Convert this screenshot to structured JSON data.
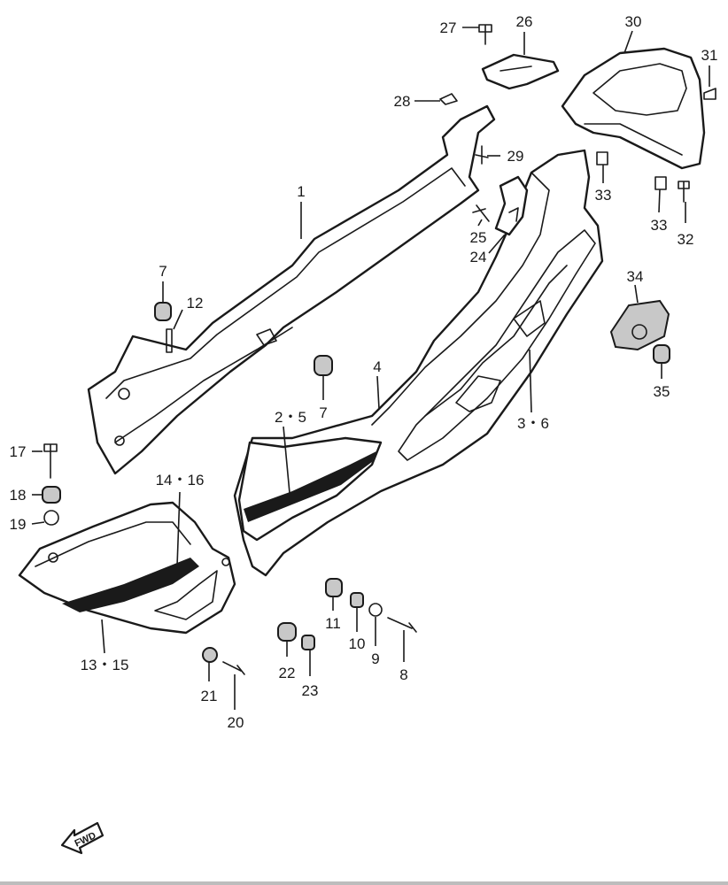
{
  "callouts": [
    {
      "id": "1",
      "text": "1"
    },
    {
      "id": "2-5",
      "text": "2・5"
    },
    {
      "id": "3-6",
      "text": "3・6"
    },
    {
      "id": "4",
      "text": "4"
    },
    {
      "id": "7a",
      "text": "7"
    },
    {
      "id": "7b",
      "text": "7"
    },
    {
      "id": "8",
      "text": "8"
    },
    {
      "id": "9",
      "text": "9"
    },
    {
      "id": "10",
      "text": "10"
    },
    {
      "id": "11",
      "text": "11"
    },
    {
      "id": "12",
      "text": "12"
    },
    {
      "id": "13-15",
      "text": "13・15"
    },
    {
      "id": "14-16",
      "text": "14・16"
    },
    {
      "id": "17",
      "text": "17"
    },
    {
      "id": "18",
      "text": "18"
    },
    {
      "id": "19",
      "text": "19"
    },
    {
      "id": "20",
      "text": "20"
    },
    {
      "id": "21",
      "text": "21"
    },
    {
      "id": "22",
      "text": "22"
    },
    {
      "id": "23",
      "text": "23"
    },
    {
      "id": "24",
      "text": "24"
    },
    {
      "id": "25",
      "text": "25"
    },
    {
      "id": "26",
      "text": "26"
    },
    {
      "id": "27",
      "text": "27"
    },
    {
      "id": "28",
      "text": "28"
    },
    {
      "id": "29",
      "text": "29"
    },
    {
      "id": "30",
      "text": "30"
    },
    {
      "id": "31",
      "text": "31"
    },
    {
      "id": "32",
      "text": "32"
    },
    {
      "id": "33a",
      "text": "33"
    },
    {
      "id": "33b",
      "text": "33"
    },
    {
      "id": "34",
      "text": "34"
    },
    {
      "id": "35",
      "text": "35"
    }
  ],
  "direction_marker": {
    "text": "FWD",
    "icon": "fwd-arrow-icon"
  }
}
